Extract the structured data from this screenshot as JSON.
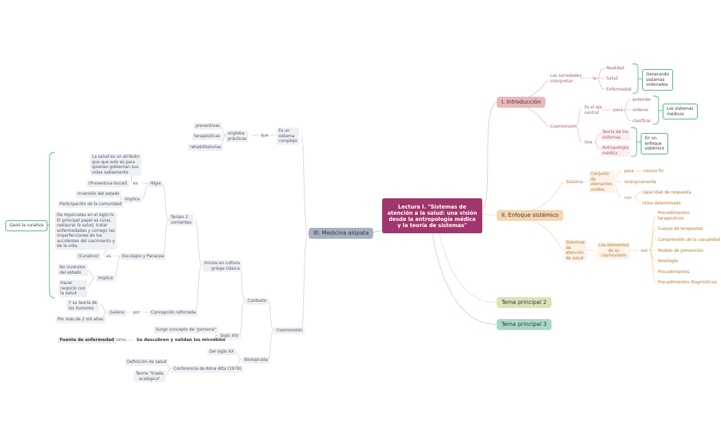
{
  "center": "Lectura I. \"Sistemas de atención a la salud: una visión desde la antropología médica y la teoría de sistemas\"",
  "colors": {
    "center": "#a0366c",
    "intro": "#e8b8bc",
    "enfoque": "#f5d6b0",
    "tema2": "#dde3b8",
    "tema3": "#a9d8c9",
    "medicina": "#a6b2c2",
    "boundary": "#3fb26a"
  },
  "intro": {
    "title": "I. Introducción",
    "sociedades": "Las sociedades\ninterpretan",
    "la": "la",
    "realidad": "Realidad",
    "salud": "Salud",
    "enfermedad": "Enfermedad",
    "generando": "Generando\nsistemas\nordenados",
    "cosmovision": "Cosmovisión",
    "eje": "Es el eje\ncentral",
    "para": "para",
    "entender": "entender",
    "ordenar": "ordenar",
    "clasificar": "clasificar",
    "sistemas_medicos": "Los sistemas\nmédicos",
    "usa": "Usa",
    "teoria": "Teoría de los\nsistemas",
    "antropologia": "Antropología\nmédica",
    "enfoque_sist": "En un\nenfoque\nsistémico"
  },
  "enfoque": {
    "title": "II. Enfoque sistémico",
    "sistema": "Sistema",
    "conjunto": "Conjunto\nde\nelementos\nunidos",
    "para": "para",
    "mismo_fin": "mismo fin",
    "sinergicamente": "sinérgicamente",
    "con": "con",
    "capacidad": "capacidad de respuesta",
    "ritmo": "ritmo determinado",
    "sistemas_atencion": "Sistemas\nde\natención\nde salud",
    "elementos": "Los elementos\nde su\ncosmovisión",
    "son": "son",
    "items": [
      "Procedimientos\nterapéuticos",
      "Cuerpo de terapeutas",
      "Comprensión de la casualidad",
      "Modelo de prevención",
      "Nosología",
      "Procedimientos",
      "Procedimientos diagnósticos"
    ]
  },
  "tema2": "Tema principal 2",
  "tema3": "Tema principal 3",
  "medicina": {
    "title": "III. Medicina alópata",
    "preventivas": "preventivas",
    "terapeuticas": "terapéuticas",
    "rehabilitatorias": "rehabilitatorias",
    "engloba": "engloba\nprácticas",
    "que": "que",
    "sistema_complejo": "Es un\nsistema\ncomplejo",
    "cosmovision": "Cosmovisión",
    "contexto": "Contexto",
    "inicios": "Inicios en cultura\ngriega clásica",
    "tenian": "Tenían 2\ncorrientes",
    "higia": "Higia",
    "es1": "es",
    "salud_atributo": "La salud es un atributo\nque que solo es para\nquienes gobiernan sus\nvidas sabiamente",
    "preventiva": "(Preventiva-Social)",
    "implica1": "Implica",
    "inversion_estado": "Inversión del estado",
    "participacion": "Participación de la comunidad",
    "esculapio": "Esculapio y Panacea",
    "es2": "es",
    "hipocrates": "De Hipócrates en el siglo IV.\nEl principal papel es curar,\nrestaurar la salud, tratar\nenfermedades y corregir las\nimperfecciones de los\naccidentes del nacimiento y\nde la vida.",
    "curativo": "(Curativo)",
    "implica2": "Implica",
    "no_inversion": "No inversión\ndel estado",
    "hacer_negocio": "Hacer\nnegocio con\nla salud",
    "gano": "Ganó la curativa",
    "concepcion": "Concepción reforzada",
    "por": "por",
    "galeno": "Galeno",
    "humores": "Y su teoría de\nlos humores",
    "mas_2mil": "Por más de 2 mil años",
    "siglo_xiv": "Siglo XIV",
    "surge": "Surge concepto de \"persona\"",
    "microbios": "Se descubren y validan los microbios",
    "como": "como",
    "fuente": "Fuente de enfermedad",
    "biologicista": "Biologicista",
    "siglo_xx": "Del siglo XX",
    "alma_ata": "Conferencia de Alma Atta (1978)",
    "definicion": "Definición de salud",
    "triada": "Teoría \"tríada\necológica\""
  }
}
